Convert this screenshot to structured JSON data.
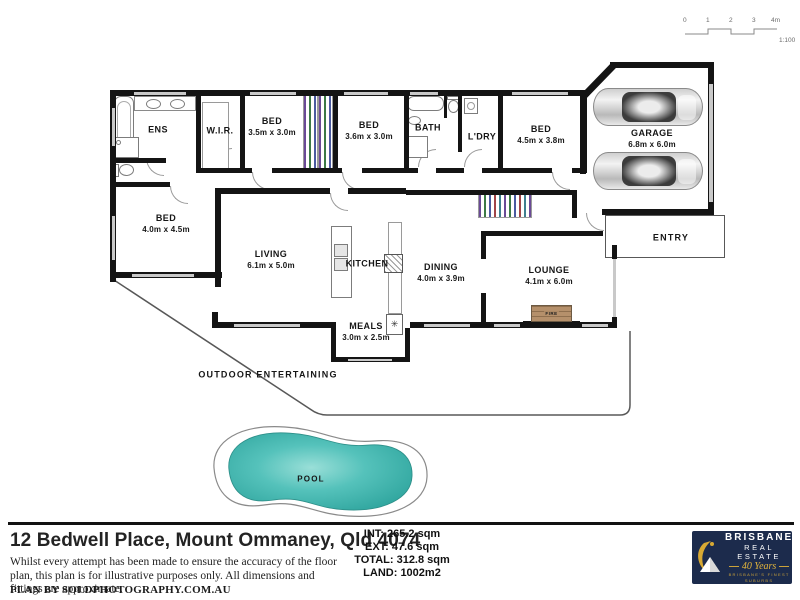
{
  "scale_bar": {
    "ticks": [
      "0",
      "1",
      "2",
      "3",
      "4m"
    ],
    "ratio": "1:100"
  },
  "rooms": {
    "ens": {
      "label": "ENS"
    },
    "wir": {
      "label": "W.I.R."
    },
    "bed1": {
      "label": "BED",
      "dims": "3.5m x 3.0m"
    },
    "bed2": {
      "label": "BED",
      "dims": "3.6m x 3.0m"
    },
    "bath": {
      "label": "BATH"
    },
    "ldry": {
      "label": "L'DRY"
    },
    "bed3": {
      "label": "BED",
      "dims": "4.5m x 3.8m"
    },
    "garage": {
      "label": "GARAGE",
      "dims": "6.8m x 6.0m"
    },
    "bed4": {
      "label": "BED",
      "dims": "4.0m x 4.5m"
    },
    "living": {
      "label": "LIVING",
      "dims": "6.1m x 5.0m"
    },
    "kitchen": {
      "label": "KITCHEN"
    },
    "dining": {
      "label": "DINING",
      "dims": "4.0m x 3.9m"
    },
    "lounge": {
      "label": "LOUNGE",
      "dims": "4.1m x 6.0m"
    },
    "meals": {
      "label": "MEALS",
      "dims": "3.0m x 2.5m"
    },
    "entry": {
      "label": "ENTRY"
    },
    "fire": {
      "label": "FIRE"
    },
    "outdoor": {
      "label": "OUTDOOR ENTERTAINING"
    },
    "pool": {
      "label": "POOL"
    }
  },
  "icons": {
    "appliance": "✳"
  },
  "footer": {
    "address": "12 Bedwell Place, Mount Ommaney, Qld 4074",
    "disclaimer": "Whilst every attempt has been made to ensure the accuracy of the floor plan, this plan is for illustrative purposes only. All dimensions and fittings are approximate.",
    "credit": "PLAN BY SOLDPHOTOGRAPHY.COM.AU",
    "areas": [
      "INT: 265.2 sqm",
      "EXT: 47.6 sqm",
      "TOTAL: 312.8 sqm",
      "LAND: 1002m2"
    ]
  },
  "logo": {
    "brand_line1": "BRISBANE",
    "brand_line2": "REAL ESTATE",
    "anniversary": "40 Years",
    "tagline": "BRISBANE'S FINEST SUBURBS"
  },
  "colors": {
    "wall": "#141414",
    "pool_water": "#2fa59e",
    "pool_water_light": "#9adfd8",
    "logo_navy": "#1c2b4c",
    "logo_gold": "#d8a933",
    "fire_brick": "#b5906b"
  }
}
